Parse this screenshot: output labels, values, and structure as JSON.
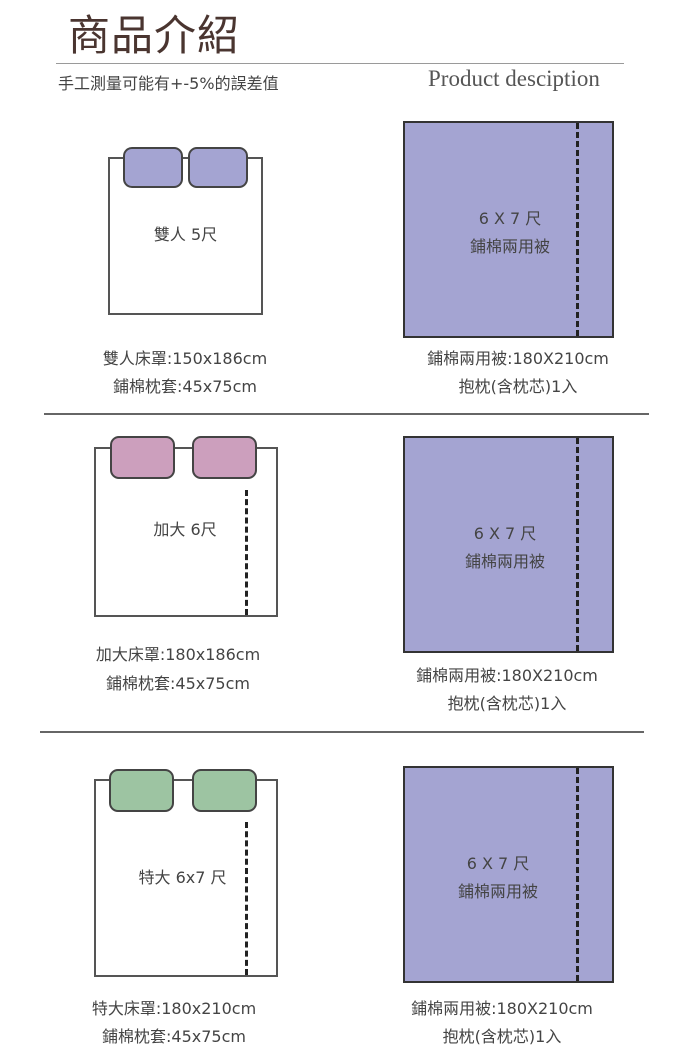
{
  "header": {
    "title": "商品介紹",
    "measurement_note": "手工測量可能有+-5%的誤差值",
    "subtitle_en": "Product desciption"
  },
  "colors": {
    "title_brown": "#4a3530",
    "quilt_fill": "#a4a4d2",
    "pillow_double": "#a4a4d2",
    "pillow_queen": "#cc9fbd",
    "pillow_king": "#9dc4a2",
    "outline": "#444444"
  },
  "sections": [
    {
      "bed_label": "雙人 5尺",
      "pillow_color": "#a4a4d2",
      "bed_specs": [
        "雙人床罩:150x186cm",
        "鋪棉枕套:45x75cm"
      ],
      "quilt_size": "6 X 7 尺",
      "quilt_name": "鋪棉兩用被",
      "quilt_specs": [
        "鋪棉兩用被:180X210cm",
        "抱枕(含枕芯)1入"
      ]
    },
    {
      "bed_label": "加大 6尺",
      "pillow_color": "#cc9fbd",
      "bed_specs": [
        "加大床罩:180x186cm",
        "鋪棉枕套:45x75cm"
      ],
      "quilt_size": "6 X 7 尺",
      "quilt_name": "鋪棉兩用被",
      "quilt_specs": [
        "鋪棉兩用被:180X210cm",
        "抱枕(含枕芯)1入"
      ]
    },
    {
      "bed_label": "特大 6x7 尺",
      "pillow_color": "#9dc4a2",
      "bed_specs": [
        "特大床罩:180x210cm",
        "鋪棉枕套:45x75cm"
      ],
      "quilt_size": "6 X 7 尺",
      "quilt_name": "鋪棉兩用被",
      "quilt_specs": [
        "鋪棉兩用被:180X210cm",
        "抱枕(含枕芯)1入"
      ]
    }
  ]
}
